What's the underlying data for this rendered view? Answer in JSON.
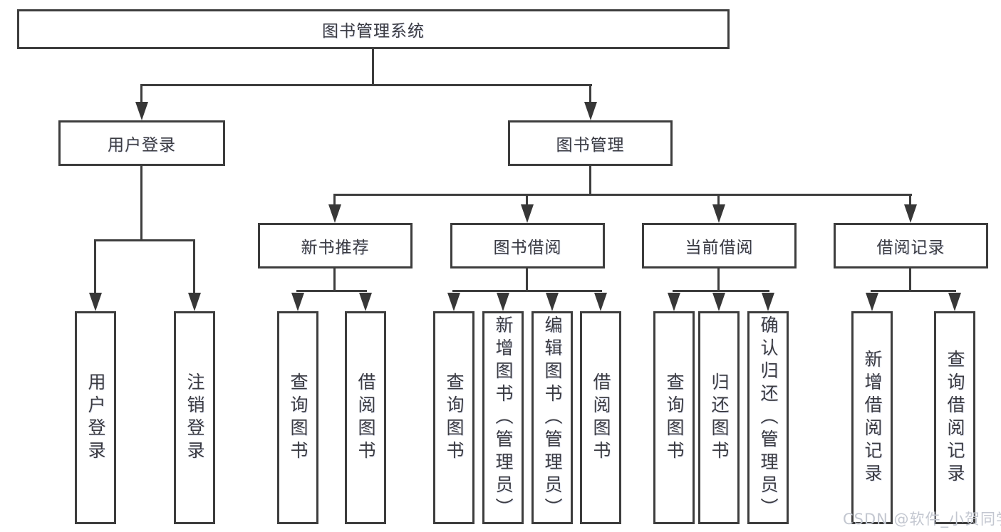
{
  "diagram": {
    "root": "图书管理系统",
    "level2": {
      "user_login": "用户登录",
      "book_management": "图书管理"
    },
    "level3": {
      "new_book_recommend": "新书推荐",
      "book_borrow": "图书借阅",
      "current_borrow": "当前借阅",
      "borrow_records": "借阅记录"
    },
    "leaves": {
      "user_login": "用户登录",
      "logout": "注销登录",
      "recommend_query_books": "查询图书",
      "recommend_borrow_books": "借阅图书",
      "borrow_query_books": "查询图书",
      "borrow_add_books_admin": "新增图书（管理员）",
      "borrow_edit_books_admin": "编辑图书（管理员）",
      "borrow_borrow_books": "借阅图书",
      "current_query_books": "查询图书",
      "current_return_books": "归还图书",
      "current_confirm_return_admin": "确认归还（管理员）",
      "records_add_record": "新增借阅记录",
      "records_query_record": "查询借阅记录"
    }
  },
  "watermark": "CSDN @软件_小贺同学",
  "colors": {
    "line": "#3d3d3d",
    "text": "#3b3b41",
    "watermark": "#c3c7d0",
    "background": "#ffffff"
  }
}
